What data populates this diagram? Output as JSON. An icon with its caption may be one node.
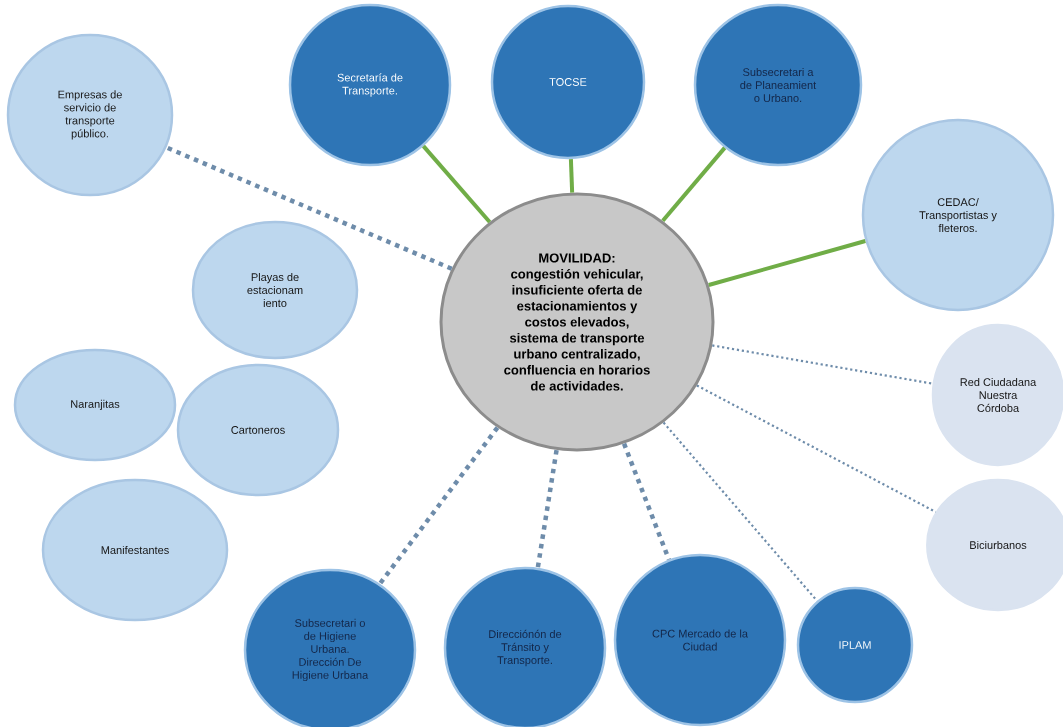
{
  "diagram": {
    "nodes": [
      {
        "text": [
          "MOVILIDAD: congestión vehicular, insuficiente oferta de estacionamientos y costos elevados, sistema de transporte urbano centralizado, confluencia en horarios de actividades."
        ]
      },
      {
        "text": [
          "Empresas de servicio de transporte público."
        ]
      },
      {
        "text": [
          "Secretaría de Transporte."
        ]
      },
      {
        "text": [
          "TOCSE"
        ]
      },
      {
        "text": [
          "Subsecretari a de Planeamient o Urbano."
        ]
      },
      {
        "text": [
          "CEDAC/ Transportistas y fleteros."
        ]
      },
      {
        "text": [
          "Playas de estacionam iento"
        ]
      },
      {
        "text": [
          "Naranjitas"
        ]
      },
      {
        "text": [
          "Cartoneros"
        ]
      },
      {
        "text": [
          "Manifestantes"
        ]
      },
      {
        "text": [
          "Red Ciudadana Nuestra Córdoba"
        ]
      },
      {
        "text": [
          "Biciurbanos"
        ]
      },
      {
        "text": [
          "Subsecretari o de Higiene Urbana. Dirección De Higiene Urbana"
        ]
      },
      {
        "text": [
          "Direcciónón de Tránsito y Transporte."
        ]
      },
      {
        "text": [
          "CPC Mercado de la Ciudad"
        ]
      },
      {
        "text": [
          "IPLAM"
        ]
      }
    ],
    "edges": [
      {
        "from": 0,
        "to": 2,
        "arrow": "none",
        "color": "#70ad47"
      },
      {
        "from": 0,
        "to": 3,
        "arrow": "none",
        "color": "#70ad47"
      },
      {
        "from": 0,
        "to": 4,
        "arrow": "none",
        "color": "#70ad47"
      },
      {
        "from": 0,
        "to": 5,
        "arrow": "none",
        "color": "#70ad47"
      },
      {
        "from": 0,
        "to": 1,
        "arrow": "none",
        "style": "dashed"
      },
      {
        "from": 0,
        "to": 10,
        "arrow": "none",
        "style": "dashed"
      },
      {
        "from": 0,
        "to": 11,
        "arrow": "none",
        "style": "dashed"
      },
      {
        "from": 0,
        "to": 12,
        "arrow": "none",
        "style": "dashed"
      },
      {
        "from": 0,
        "to": 13,
        "arrow": "none",
        "style": "dashed"
      },
      {
        "from": 0,
        "to": 14,
        "arrow": "none",
        "style": "dashed"
      },
      {
        "from": 0,
        "to": 15,
        "arrow": "none",
        "style": "dashed"
      }
    ]
  }
}
